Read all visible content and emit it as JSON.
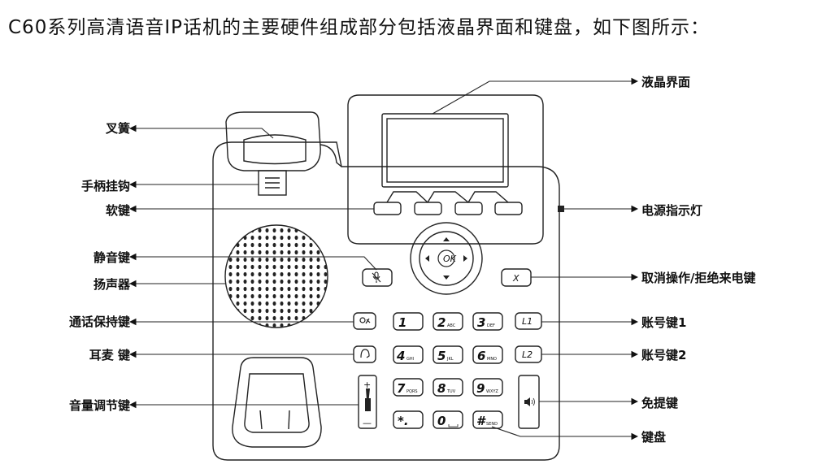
{
  "title": "C60系列高清语音IP话机的主要硬件组成部分包括液晶界面和键盘，如下图所示：",
  "labels_left": {
    "hook_switch": "叉簧",
    "handset_hook": "手柄挂钩",
    "soft_keys": "软键",
    "mute_key": "静音键",
    "speaker": "扬声器",
    "hold_key": "通话保持键",
    "headset_key": "耳麦 键",
    "volume_key": "音量调节键"
  },
  "labels_right": {
    "lcd": "液晶界面",
    "power_led": "电源指示灯",
    "cancel_key": "取消操作/拒绝来电键",
    "line1": "账号键1",
    "line2": "账号键2",
    "handsfree": "免提键",
    "keypad": "键盘"
  },
  "keys": {
    "ok": "OK",
    "x": "X",
    "l1": "L1",
    "l2": "L2",
    "plus": "+",
    "minus": "—",
    "k1": "1",
    "k2": "2",
    "k2s": "ABC",
    "k3": "3",
    "k3s": "DEF",
    "k4": "4",
    "k4s": "GHI",
    "k5": "5",
    "k5s": "JKL",
    "k6": "6",
    "k6s": "MNO",
    "k7": "7",
    "k7s": "PQRS",
    "k8": "8",
    "k8s": "TUV",
    "k9": "9",
    "k9s": "WXYZ",
    "kstar": "*.",
    "k0": "0",
    "khash": "#",
    "khashs": "SEND"
  },
  "icons": [
    "up-arrow-icon",
    "down-arrow-icon",
    "left-arrow-icon",
    "right-arrow-icon",
    "mic-mute-icon",
    "hold-icon",
    "headset-icon",
    "speaker-volume-icon"
  ]
}
